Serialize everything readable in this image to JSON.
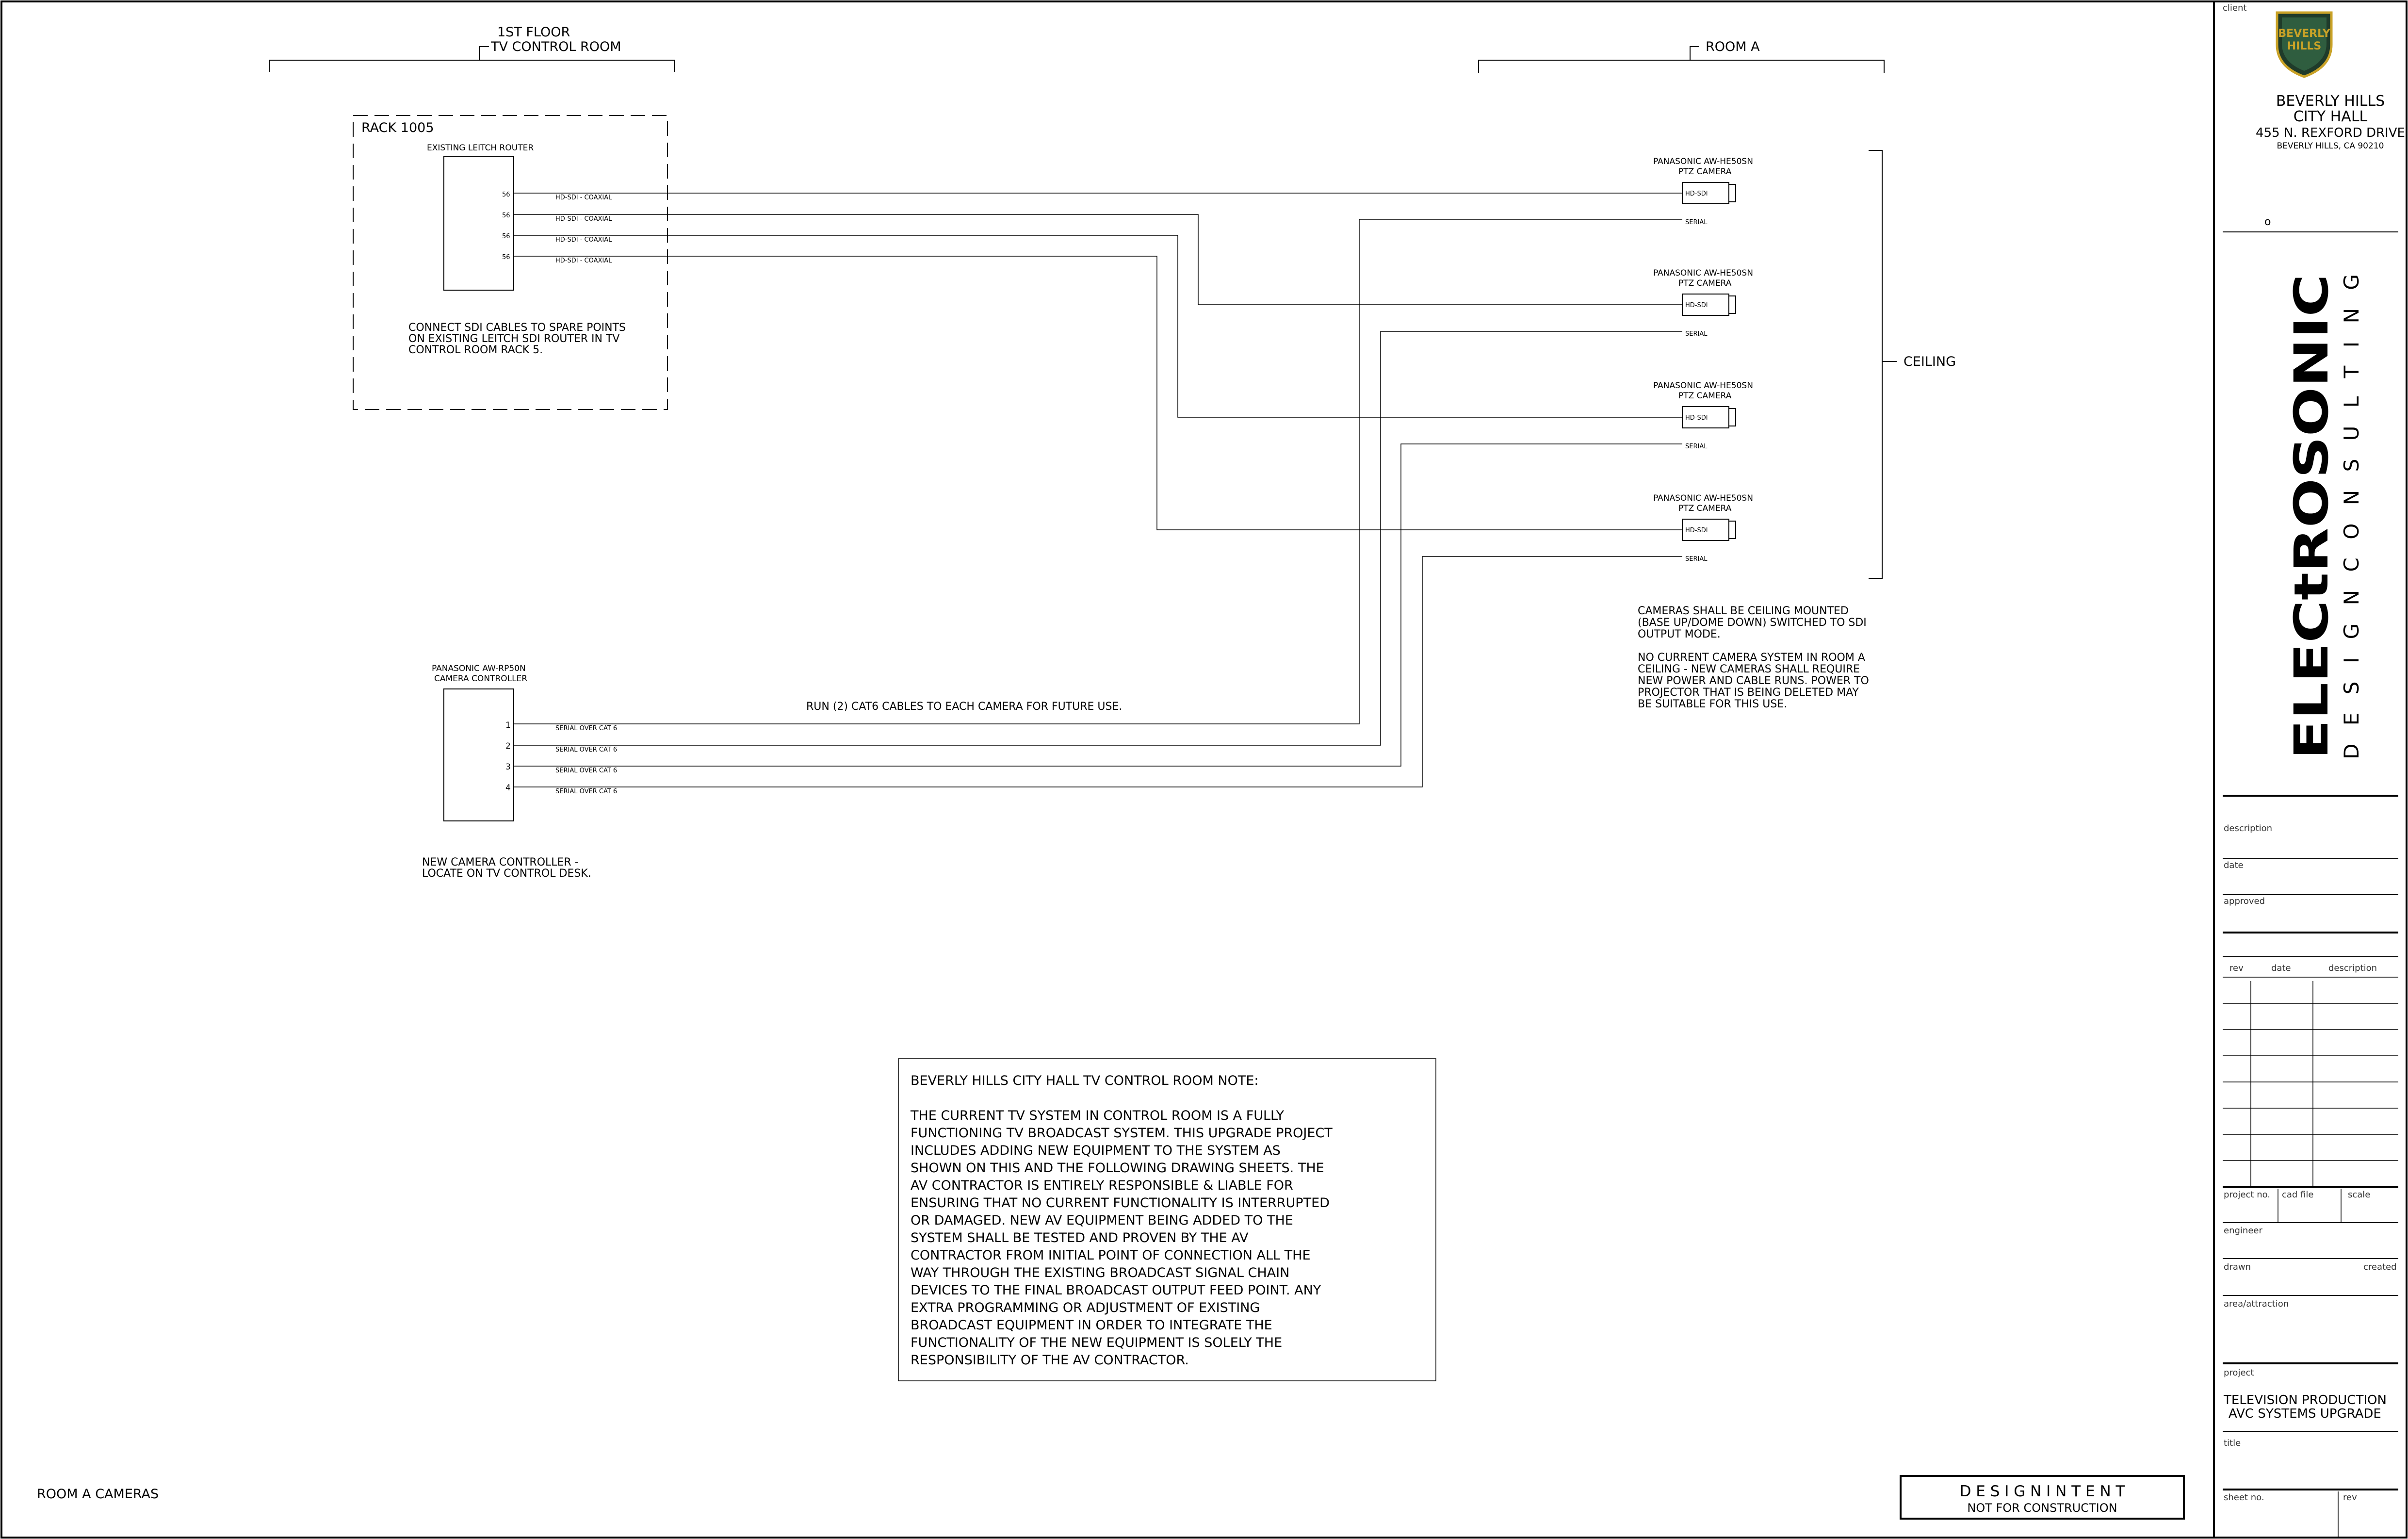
{
  "drawing": {
    "sheet_label": "ROOM A CAMERAS",
    "tv_room": {
      "line1": "1ST FLOOR",
      "line2": "TV CONTROL ROOM"
    },
    "room_a": "ROOM A",
    "rack": {
      "label": "RACK 1005",
      "router_label": "EXISTING LEITCH ROUTER",
      "port_marks": [
        "56",
        "56",
        "56",
        "56"
      ],
      "note": [
        "CONNECT SDI CABLES TO SPARE POINTS",
        "ON EXISTING LEITCH SDI ROUTER IN TV",
        "CONTROL ROOM RACK 5."
      ]
    },
    "sdi_cable_label": "HD-SDI  -  COAXIAL",
    "controller": {
      "label_line1": "PANASONIC AW-RP50N",
      "label_line2": "CAMERA CONTROLLER",
      "ports": [
        "1",
        "2",
        "3",
        "4"
      ],
      "cable_label": "SERIAL OVER CAT 6",
      "note": [
        "NEW CAMERA CONTROLLER -",
        "LOCATE ON TV CONTROL DESK."
      ]
    },
    "cat6_note": "RUN (2) CAT6 CABLES TO EACH CAMERA FOR FUTURE USE.",
    "cameras": [
      {
        "line1": "PANASONIC AW-HE50SN",
        "line2": "PTZ CAMERA",
        "port1": "HD-SDI",
        "port2": "SERIAL"
      },
      {
        "line1": "PANASONIC AW-HE50SN",
        "line2": "PTZ CAMERA",
        "port1": "HD-SDI",
        "port2": "SERIAL"
      },
      {
        "line1": "PANASONIC AW-HE50SN",
        "line2": "PTZ CAMERA",
        "port1": "HD-SDI",
        "port2": "SERIAL"
      },
      {
        "line1": "PANASONIC AW-HE50SN",
        "line2": "PTZ CAMERA",
        "port1": "HD-SDI",
        "port2": "SERIAL"
      }
    ],
    "ceiling_label": "CEILING",
    "camera_notes": [
      "CAMERAS SHALL BE CEILING MOUNTED",
      "(BASE UP/DOME DOWN) SWITCHED TO SDI",
      "OUTPUT MODE.",
      "",
      "NO CURRENT CAMERA SYSTEM IN ROOM A",
      "CEILING - NEW CAMERAS SHALL REQUIRE",
      "NEW POWER AND CABLE RUNS. POWER TO",
      "PROJECTOR THAT IS BEING DELETED MAY",
      "BE SUITABLE FOR THIS USE."
    ],
    "general_note": {
      "title": "BEVERLY HILLS CITY HALL TV CONTROL ROOM NOTE:",
      "lines": [
        "THE CURRENT TV SYSTEM IN CONTROL ROOM IS A FULLY",
        "FUNCTIONING TV BROADCAST SYSTEM. THIS UPGRADE PROJECT",
        "INCLUDES ADDING NEW EQUIPMENT TO THE SYSTEM AS",
        "SHOWN ON THIS AND THE FOLLOWING DRAWING SHEETS. THE",
        "AV CONTRACTOR IS ENTIRELY RESPONSIBLE & LIABLE FOR",
        "ENSURING THAT NO CURRENT FUNCTIONALITY IS INTERRUPTED",
        "OR DAMAGED. NEW AV EQUIPMENT BEING ADDED TO THE",
        "SYSTEM SHALL BE TESTED AND PROVEN BY THE AV",
        "CONTRACTOR FROM INITIAL POINT OF CONNECTION ALL THE",
        "WAY THROUGH THE EXISTING BROADCAST SIGNAL CHAIN",
        "DEVICES TO THE FINAL BROADCAST OUTPUT FEED POINT. ANY",
        "EXTRA PROGRAMMING OR ADJUSTMENT OF EXISTING",
        "BROADCAST EQUIPMENT IN ORDER TO INTEGRATE THE",
        "FUNCTIONALITY OF THE NEW EQUIPMENT IS SOLELY THE",
        "RESPONSIBILITY OF THE AV CONTRACTOR."
      ]
    },
    "stamp": {
      "line1": "D E S I G N   I N T E N T",
      "line2": "NOT FOR CONSTRUCTION"
    }
  },
  "title_block": {
    "client_label": "client",
    "logo_text": [
      "BEVERLY",
      "HILLS"
    ],
    "client_name": [
      "BEVERLY HILLS",
      "CITY HALL"
    ],
    "address": "455 N. REXFORD DRIVE",
    "city": "BEVERLY HILLS, CA 90210",
    "mark": "o",
    "firm_name": "ELECtROSONIC",
    "firm_tagline": "D E S I G N   C O N S U L T I N G",
    "description_label": "description",
    "date_label": "date",
    "approved_label": "approved",
    "rev_headers": {
      "rev": "rev",
      "date": "date",
      "description": "description"
    },
    "project_no_label": "project no.",
    "cad_file_label": "cad file",
    "scale_label": "scale",
    "engineer_label": "engineer",
    "drawn_label": "drawn",
    "created_label": "created",
    "area_label": "area/attraction",
    "project_label": "project",
    "project_name": [
      "TELEVISION PRODUCTION",
      "AVC SYSTEMS UPGRADE"
    ],
    "title_label": "title",
    "sheet_no_label": "sheet no.",
    "rev_label": "rev"
  }
}
